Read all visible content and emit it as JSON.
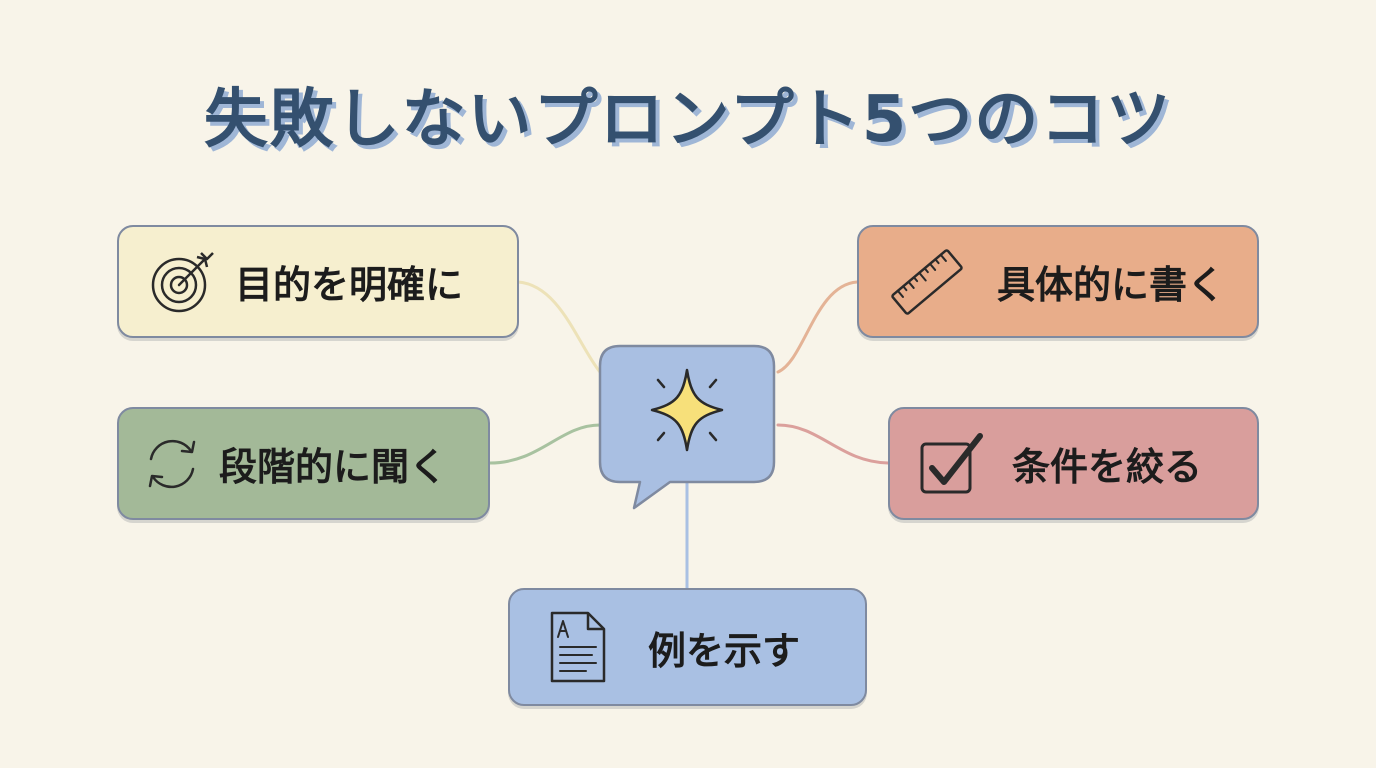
{
  "title": "失敗しないプロンプト5つのコツ",
  "colors": {
    "background": "#f8f4e9",
    "title": "#34506f",
    "title_shadow": "#9fb6d6",
    "card_border": "#7f8aa0",
    "hub_fill": "#a9bfe2",
    "star_fill": "#f7e07a"
  },
  "center": {
    "icon": "sparkle-star-icon",
    "shape": "speech-bubble"
  },
  "tips": [
    {
      "label": "目的を明確に",
      "icon": "target-icon",
      "fill": "#f6efcf",
      "line": "#ede2b8"
    },
    {
      "label": "具体的に書く",
      "icon": "ruler-icon",
      "fill": "#e8ad8a",
      "line": "#e4b396"
    },
    {
      "label": "段階的に聞く",
      "icon": "refresh-icon",
      "fill": "#a3b998",
      "line": "#a8c2a0"
    },
    {
      "label": "条件を絞る",
      "icon": "checkbox-icon",
      "fill": "#d99e9c",
      "line": "#dba09c"
    },
    {
      "label": "例を示す",
      "icon": "document-icon",
      "fill": "#a9c0e3",
      "line": "#a9c0e3"
    }
  ]
}
